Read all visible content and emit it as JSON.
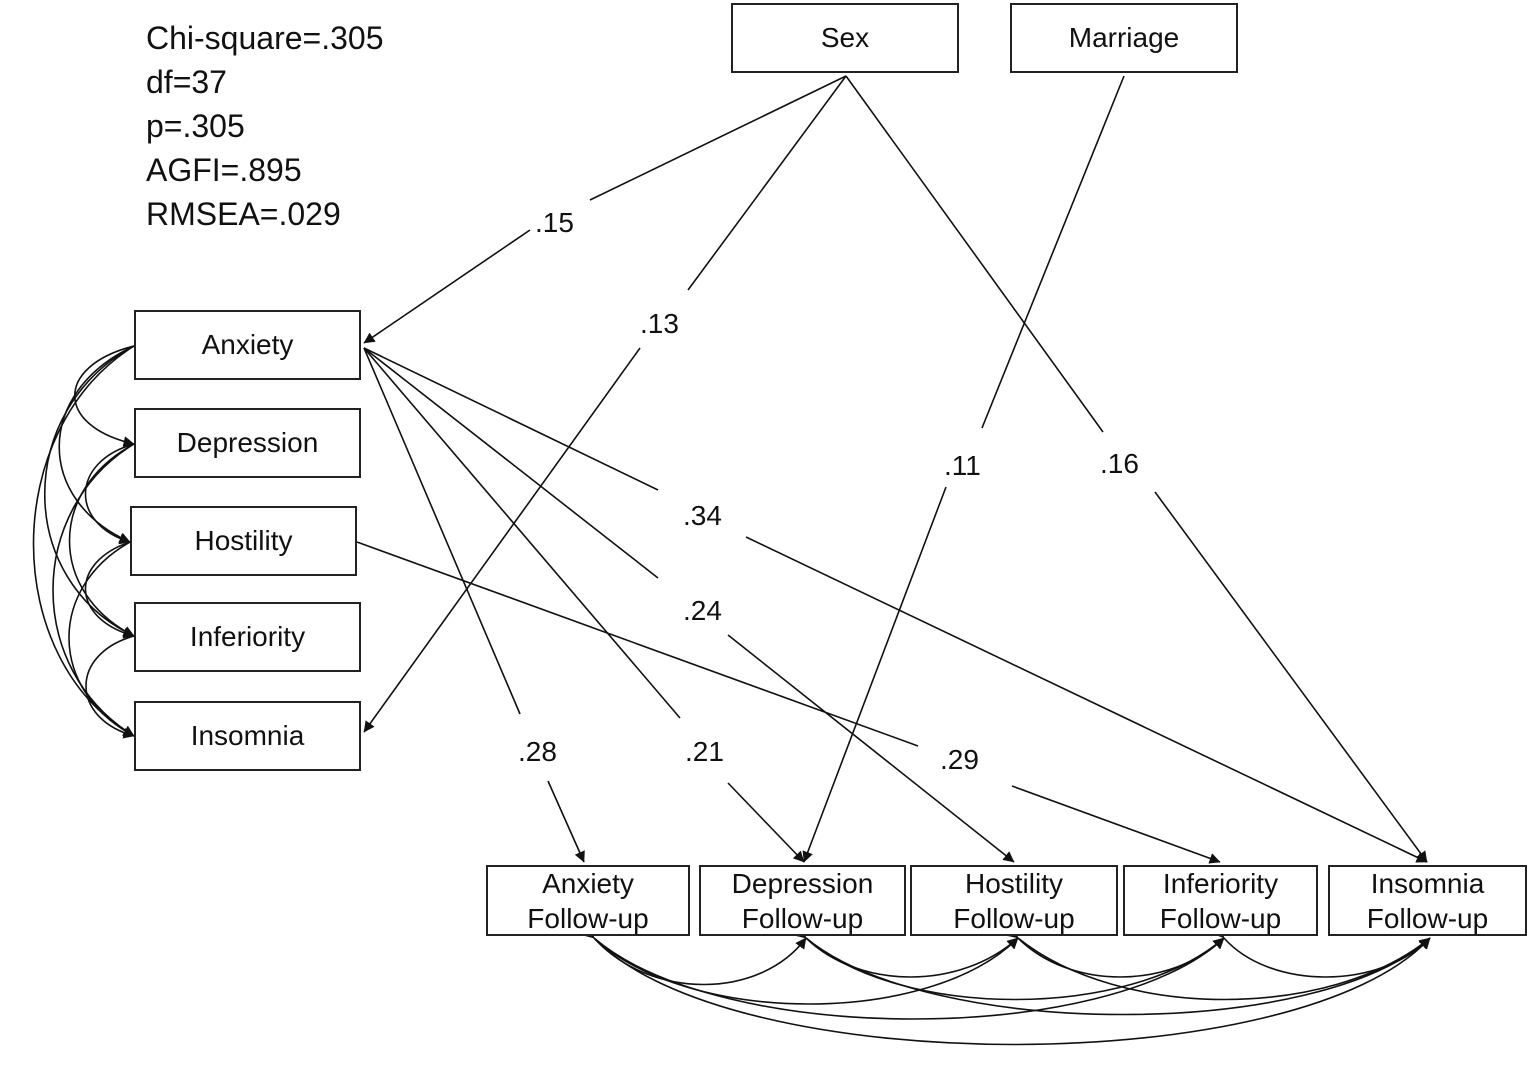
{
  "fit": {
    "chi_square": "Chi-square=.305",
    "df": "df=37",
    "p": "p=.305",
    "agfi": "AGFI=.895",
    "rmsea": "RMSEA=.029"
  },
  "nodes": {
    "sex": "Sex",
    "marriage": "Marriage",
    "anxiety": "Anxiety",
    "depression": "Depression",
    "hostility": "Hostility",
    "inferiority": "Inferiority",
    "insomnia": "Insomnia",
    "anxiety_fu": [
      "Anxiety",
      "Follow-up"
    ],
    "depression_fu": [
      "Depression",
      "Follow-up"
    ],
    "hostility_fu": [
      "Hostility",
      "Follow-up"
    ],
    "inferiority_fu": [
      "Inferiority",
      "Follow-up"
    ],
    "insomnia_fu": [
      "Insomnia",
      "Follow-up"
    ]
  },
  "paths": [
    {
      "from": "Sex",
      "to": "Anxiety",
      "coef": ".15"
    },
    {
      "from": "Sex",
      "to": "Insomnia",
      "coef": ".13"
    },
    {
      "from": "Sex",
      "to": "Insomnia Follow-up",
      "coef": ".16"
    },
    {
      "from": "Marriage",
      "to": "Depression Follow-up",
      "coef": ".11"
    },
    {
      "from": "Anxiety",
      "to": "Insomnia Follow-up",
      "coef": ".34"
    },
    {
      "from": "Anxiety",
      "to": "Hostility Follow-up",
      "coef": ".24"
    },
    {
      "from": "Anxiety",
      "to": "Anxiety Follow-up",
      "coef": ".28"
    },
    {
      "from": "Anxiety",
      "to": "Depression Follow-up",
      "coef": ".21"
    },
    {
      "from": "Hostility",
      "to": "Inferiority Follow-up",
      "coef": ".29"
    }
  ]
}
